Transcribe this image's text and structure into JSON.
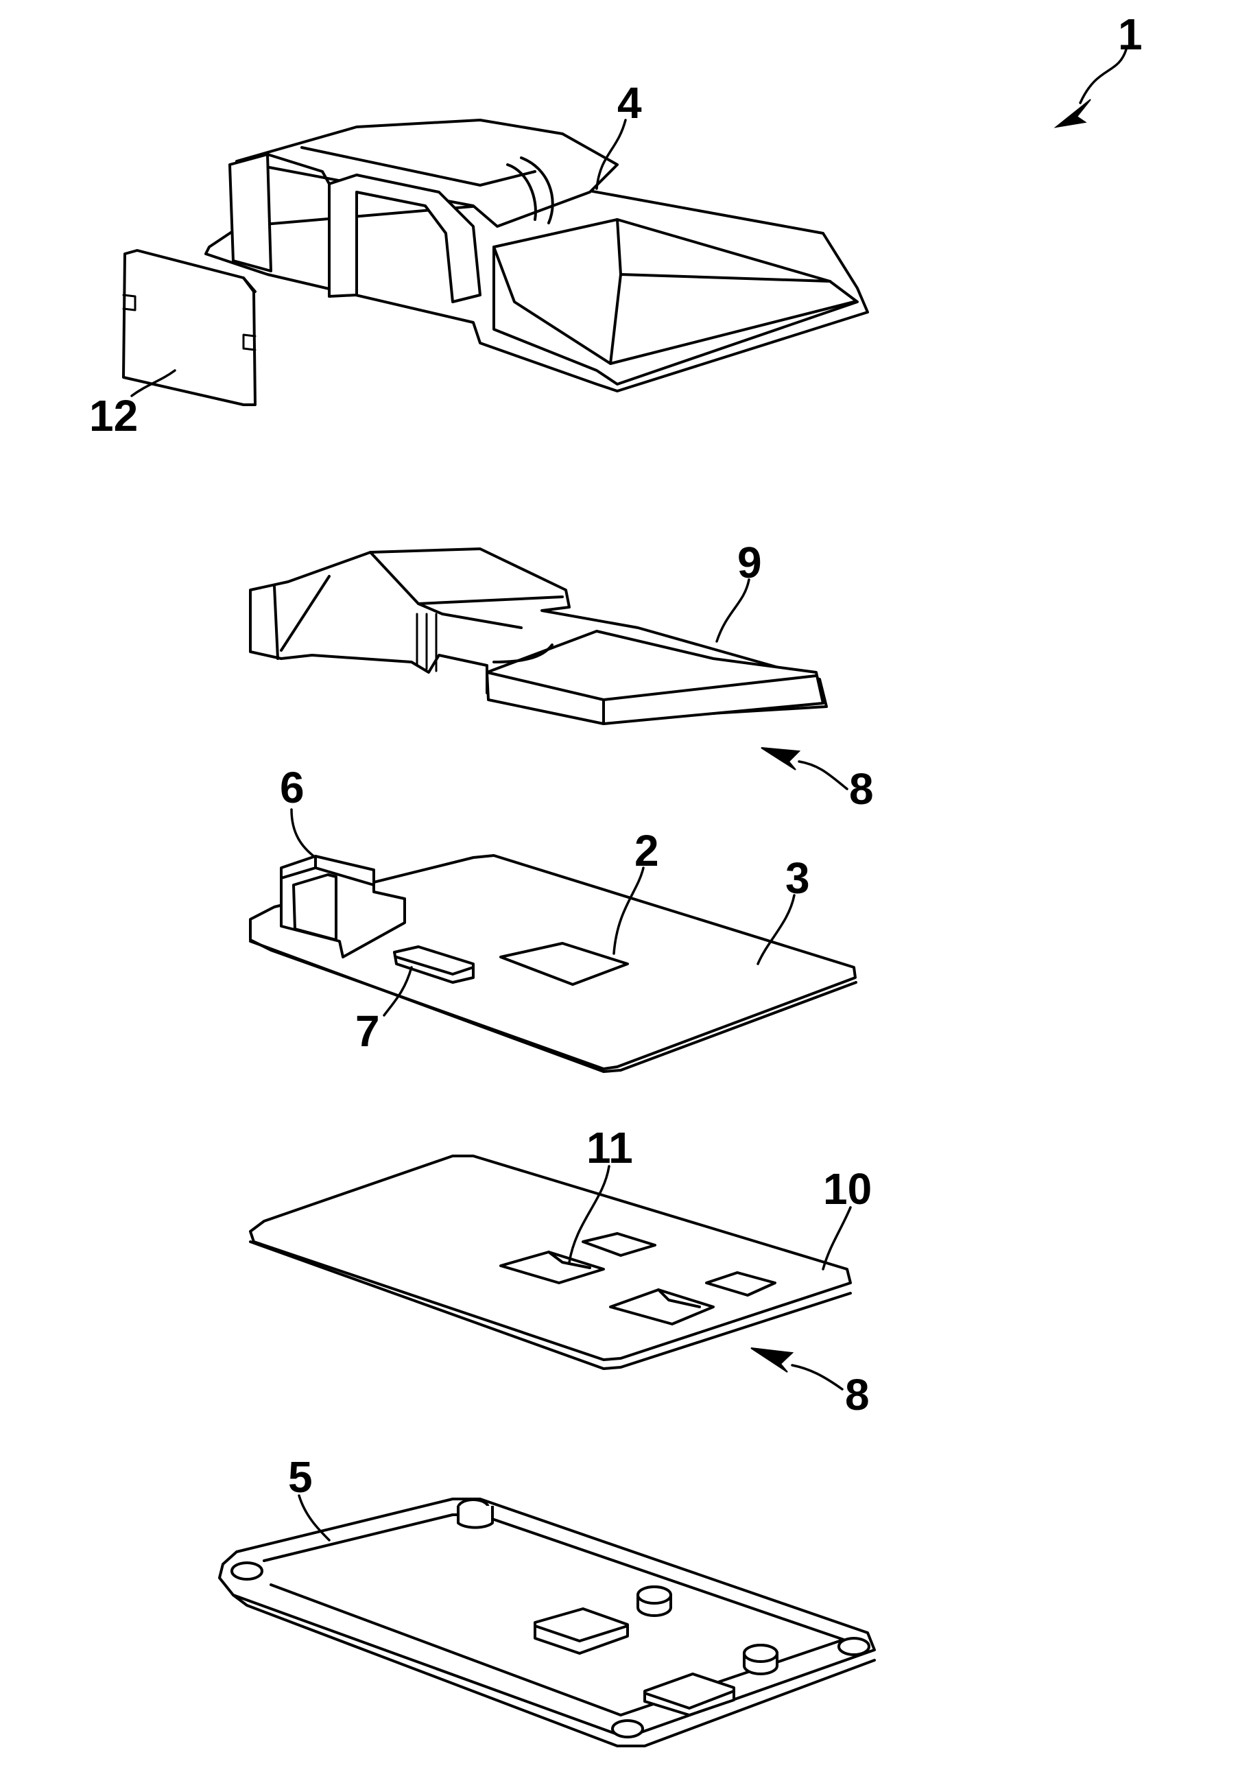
{
  "reference_numerals": {
    "assembly": "1",
    "component_2": "2",
    "circuit_board": "3",
    "cover": "4",
    "base_plate": "5",
    "connector": "6",
    "component_7": "7",
    "part_8_upper": "8",
    "part_8_lower": "8",
    "shield_9": "9",
    "board_10": "10",
    "components_11": "11",
    "side_plate_12": "12"
  }
}
